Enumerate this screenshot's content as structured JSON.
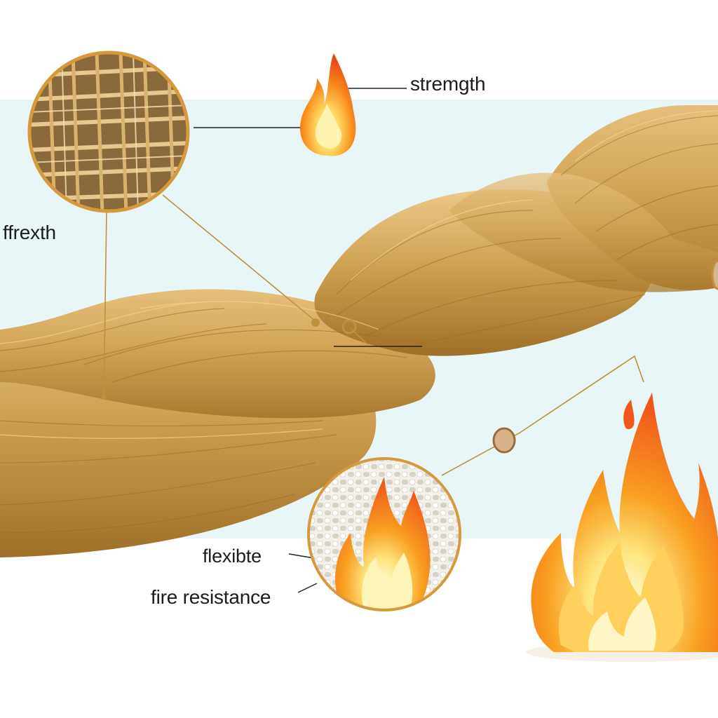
{
  "labels": {
    "strength": "stremgth",
    "left": "ffrexth",
    "flexible": "flexibte",
    "fire_resistance": "fire resistance"
  },
  "icons": [
    "fiber-mesh-closeup",
    "small-flame-icon",
    "fire-fabric-closeup",
    "large-flame-icon",
    "twisted-fiber-rope"
  ],
  "colors": {
    "background_band": "#e8f6f8",
    "fiber_light": "#dcb06a",
    "fiber_mid": "#c99a4a",
    "fiber_dark": "#a97a2e",
    "leader_line": "#c0903c",
    "flame_outer": "#f0581a",
    "flame_mid": "#f8a020",
    "flame_inner": "#ffe680"
  }
}
